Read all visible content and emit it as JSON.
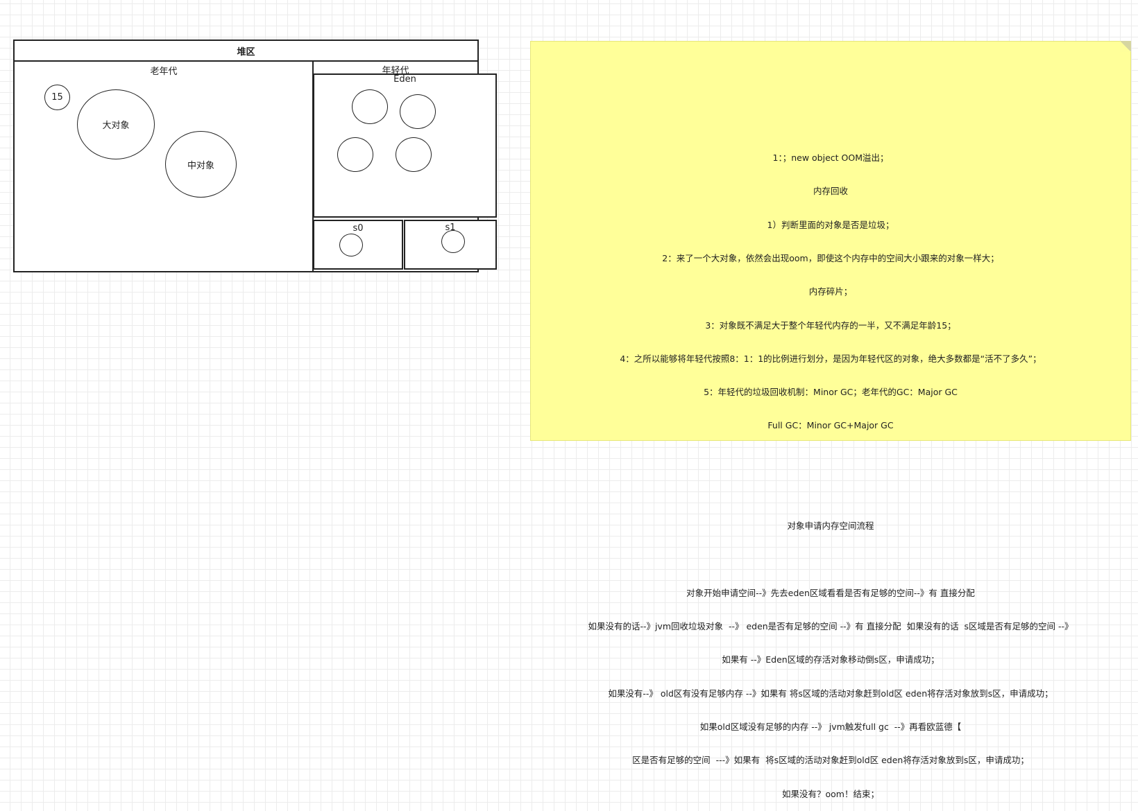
{
  "heap": {
    "title": "堆区",
    "old_gen": {
      "label": "老年代",
      "objects": {
        "age_15": "15",
        "large_object": "大对象",
        "medium_object": "中对象"
      }
    },
    "young_gen": {
      "label": "年轻代",
      "eden": {
        "label": "Eden"
      },
      "s0": {
        "label": "s0"
      },
      "s1": {
        "label": "s1"
      }
    }
  },
  "note": {
    "lines": [
      "1：；new object OOM溢出；",
      "内存回收",
      "1）判断里面的对象是否是垃圾；",
      "2：来了一个大对象，依然会出现oom，即使这个内存中的空间大小跟来的对象一样大；",
      "内存碎片；",
      "3：对象既不满足大于整个年轻代内存的一半，又不满足年龄15；",
      "4：之所以能够将年轻代按照8：1：1的比例进行划分，是因为年轻代区的对象，绝大多数都是“活不了多久”；",
      "5：年轻代的垃圾回收机制：Minor GC；老年代的GC：Major GC",
      "Full GC：Minor GC+Major GC",
      "",
      "",
      "对象申请内存空间流程",
      "",
      "对象开始申请空间--》先去eden区域看看是否有足够的空间--》有 直接分配",
      "如果没有的话--》jvm回收垃圾对象  --》 eden是否有足够的空间 --》有 直接分配  如果没有的话  s区域是否有足够的空间 --》",
      "如果有 --》Eden区域的存活对象移动倒s区，申请成功；",
      "如果没有--》 old区有没有足够内存 --》如果有 将s区域的活动对象赶到old区 eden将存活对象放到s区，申请成功；",
      "如果old区域没有足够的内存 --》 jvm触发full gc  --》再看欧蓝德【",
      "区是否有足够的空间  ---》如果有  将s区域的活动对象赶到old区 eden将存活对象放到s区，申请成功；",
      "如果没有？oom！结束；"
    ]
  }
}
